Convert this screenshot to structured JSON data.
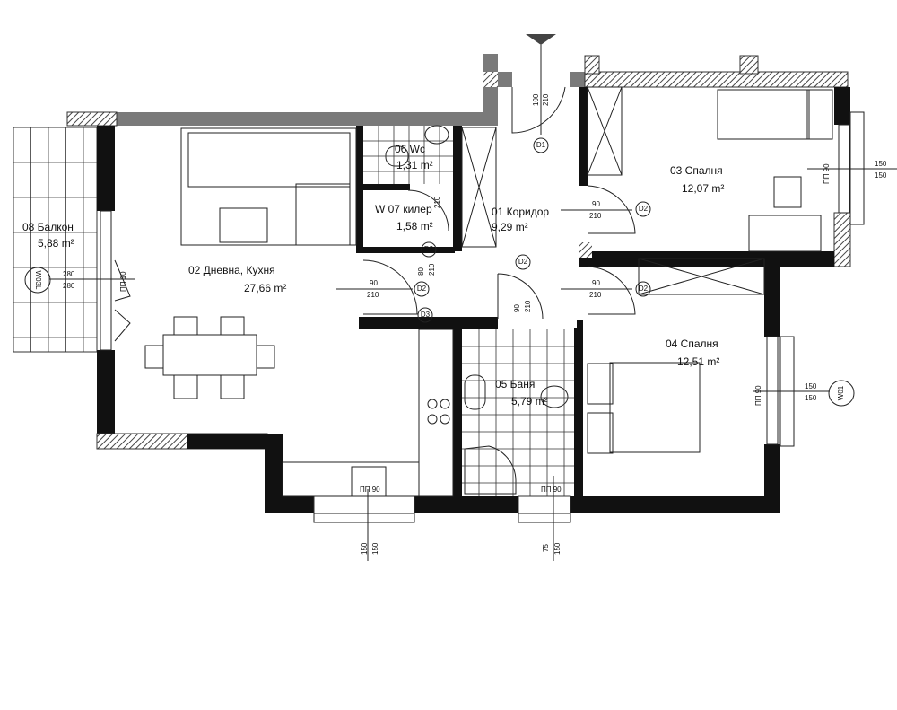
{
  "rooms": [
    {
      "name": "01 Коридор",
      "area": "9,29 m²"
    },
    {
      "name": "02 Дневна, Кухня",
      "area": "27,66 m²"
    },
    {
      "name": "03 Спалня",
      "area": "12,07 m²"
    },
    {
      "name": "04 Спалня",
      "area": "12,51 m²"
    },
    {
      "name": "05 Баня",
      "area": "5,79 m²"
    },
    {
      "name": "06 Wc",
      "area": "1,31 m²"
    },
    {
      "name": "W 07 килер",
      "area": "1,58 m²"
    },
    {
      "name": "08 Балкон",
      "area": "5,88 m²"
    }
  ],
  "doors": {
    "d1": "D1",
    "d2": "D2",
    "d3": "D3"
  },
  "windows": {
    "w01": "W01",
    "w03l": "W03L"
  },
  "dimensions": {
    "d1_w": "100",
    "h210": "210",
    "w90": "90",
    "w80": "80",
    "w150": "150",
    "w75": "75",
    "w280": "280",
    "pp90": "ПП 90",
    "pp10": "ПП 10"
  },
  "colors": {
    "wall": "#111111",
    "outer_wall": "#7a7a7a",
    "hatch": "#555555"
  }
}
